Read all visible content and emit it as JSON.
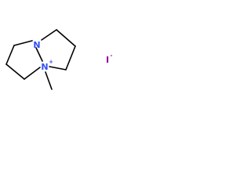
{
  "molecule": {
    "atoms": {
      "n_top": "N",
      "n_bottom": "N",
      "n_bottom_charge": "+",
      "iodide": "I",
      "iodide_charge": "-"
    },
    "colors": {
      "bond": "#000000",
      "nitrogen": "#3050F8",
      "iodine": "#940094"
    }
  }
}
